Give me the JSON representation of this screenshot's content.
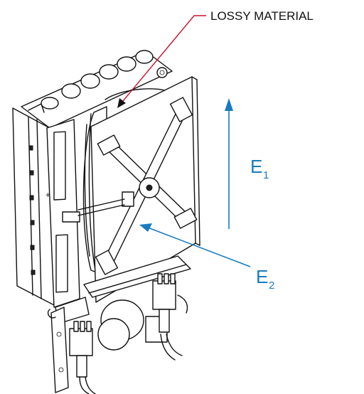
{
  "labels": {
    "lossy_material": "LOSSY MATERIAL",
    "e1_base": "E",
    "e1_sub": "1",
    "e2_base": "E",
    "e2_sub": "2"
  },
  "colors": {
    "annotation_red": "#c8102e",
    "field_blue": "#1a7bc0",
    "line": "#111111"
  }
}
